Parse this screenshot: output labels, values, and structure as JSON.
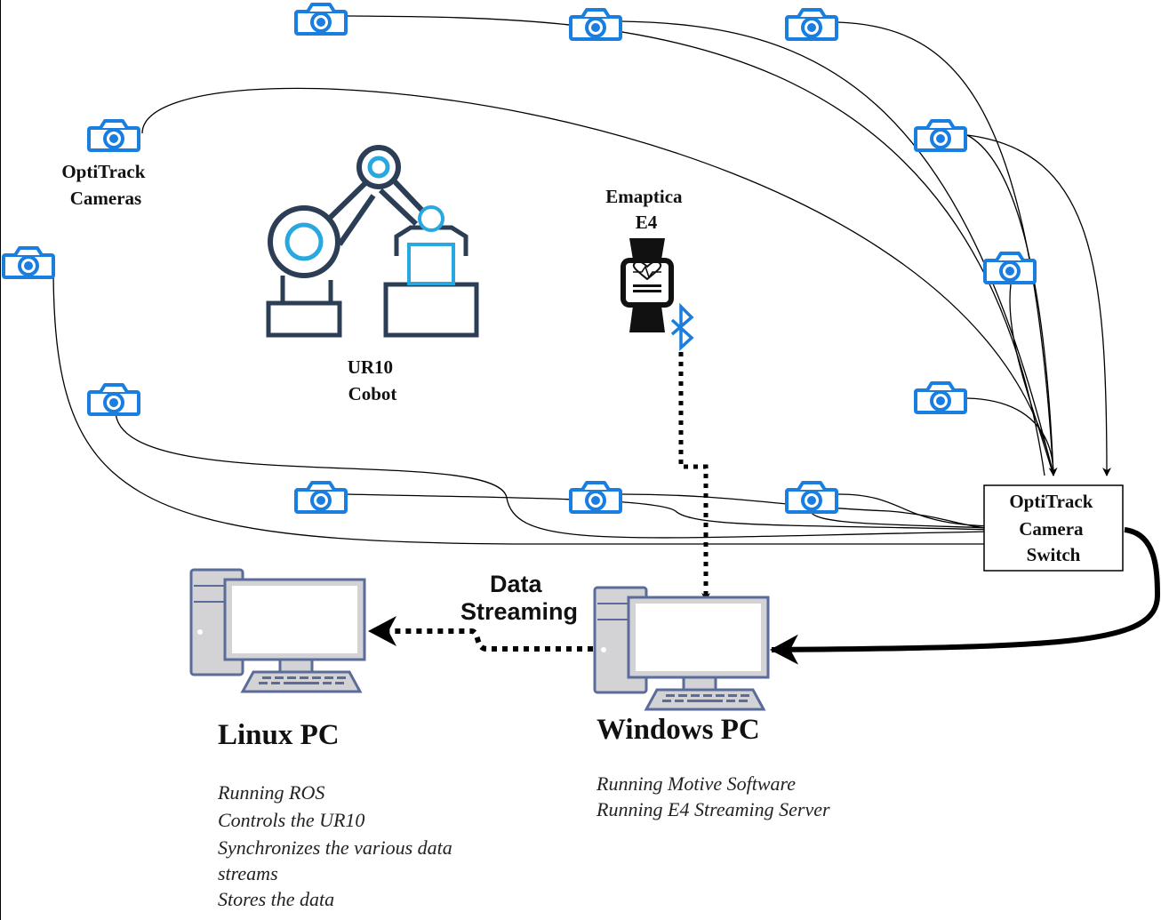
{
  "diagram": {
    "cameras_label": [
      "OptiTrack",
      "Cameras"
    ],
    "cobot_label": [
      "UR10",
      "Cobot"
    ],
    "wearable_label": [
      "Emaptica",
      "E4"
    ],
    "switch_label": [
      "OptiTrack",
      "Camera",
      "Switch"
    ],
    "streaming_label": [
      "Data",
      "Streaming"
    ],
    "linux_pc": {
      "title": "Linux PC",
      "notes": [
        "Running ROS",
        "Controls the UR10",
        "Synchronizes the various data",
        "streams",
        "Stores the data"
      ]
    },
    "windows_pc": {
      "title": "Windows PC",
      "notes": [
        "Running Motive Software",
        "Running E4 Streaming Server"
      ]
    },
    "colors": {
      "camera": "#1a7ee0",
      "robot_dark": "#2c3e55",
      "robot_accent": "#29a8e0",
      "pc_fill": "#d3d3d6",
      "pc_stroke": "#5b6b9a",
      "bluetooth": "#1a7ee0"
    },
    "icons": [
      "camera-icon",
      "robot-arm-icon",
      "smartwatch-icon",
      "bluetooth-icon",
      "desktop-pc-icon"
    ]
  }
}
